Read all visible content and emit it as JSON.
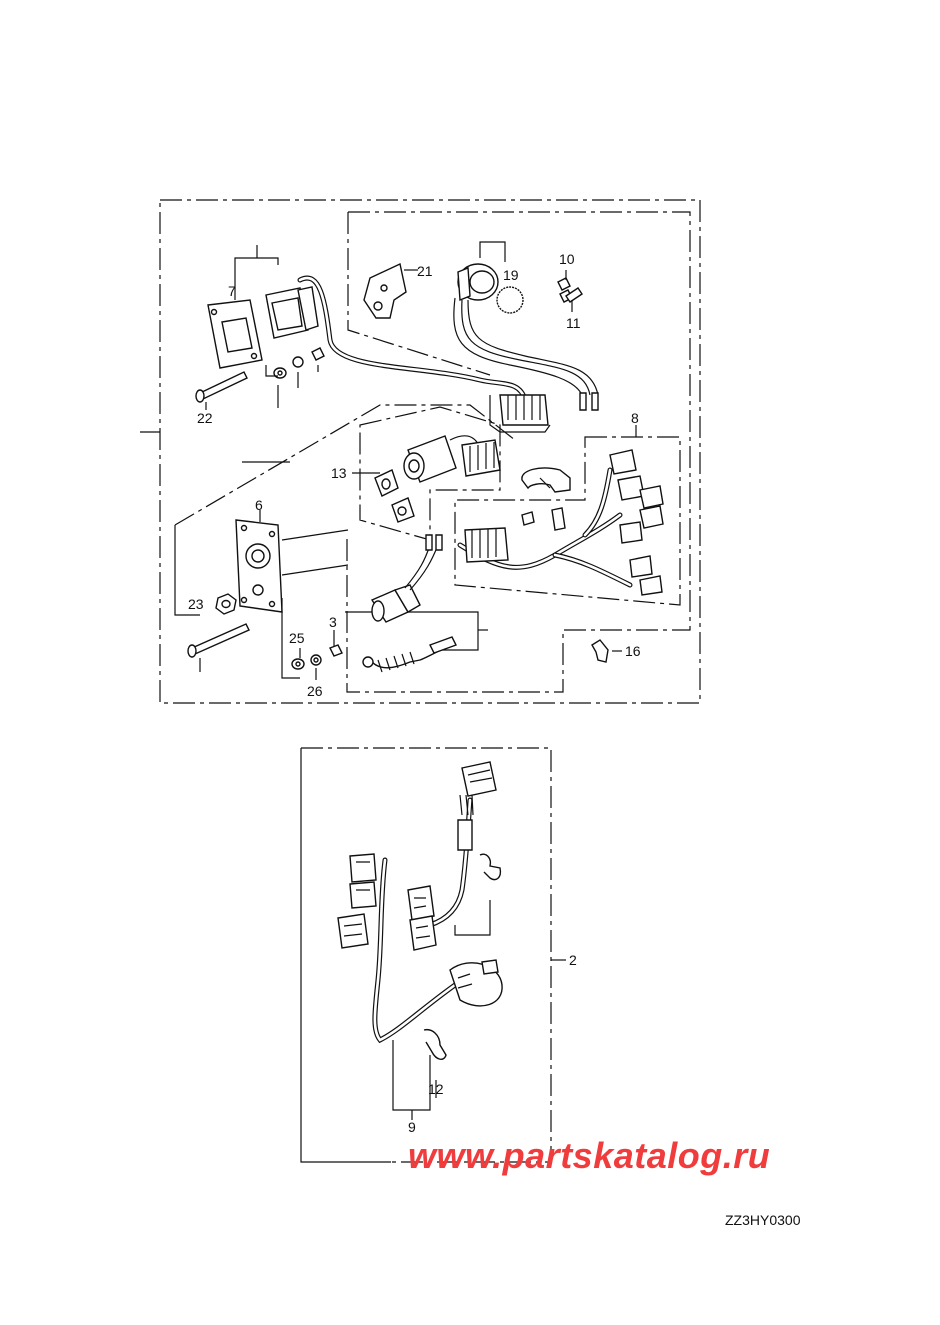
{
  "callouts": {
    "c2": "2",
    "c3": "3",
    "c6": "6",
    "c7": "7",
    "c8": "8",
    "c9": "9",
    "c10": "10",
    "c11": "11",
    "c12": "12",
    "c13": "13",
    "c16": "16",
    "c19": "19",
    "c21": "21",
    "c22": "22",
    "c23": "23",
    "c25": "25",
    "c26": "26"
  },
  "watermark": "www.partskatalog.ru",
  "drawing_code": "ZZ3HY0300"
}
